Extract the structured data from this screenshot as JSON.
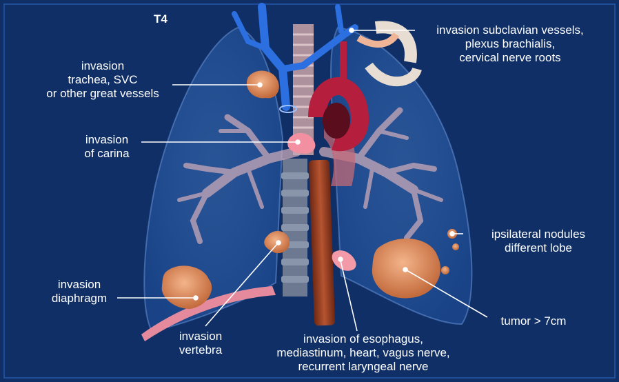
{
  "title": "T4",
  "labels": {
    "great_vessels": [
      "invasion",
      "trachea, SVC",
      "or other great vessels"
    ],
    "subclavian": [
      "invasion subclavian vessels,",
      "plexus brachialis,",
      "cervical nerve roots"
    ],
    "carina": [
      "invasion",
      "of carina"
    ],
    "nodules": [
      "ipsilateral nodules",
      "different lobe"
    ],
    "diaphragm": [
      "invasion",
      "diaphragm"
    ],
    "vertebra": [
      "invasion",
      "vertebra"
    ],
    "esophagus": [
      "invasion of esophagus,",
      "mediastinum, heart, vagus nerve,",
      "recurrent laryngeal nerve"
    ],
    "tumor": [
      "tumor > 7cm"
    ]
  },
  "colors": {
    "background": "#0f2f66",
    "lung": "#2d5fa8",
    "tumor": "#d98a5b",
    "vein": "#2c6fe0",
    "artery": "#b51e3c",
    "esophagus": "#9b3e22"
  }
}
